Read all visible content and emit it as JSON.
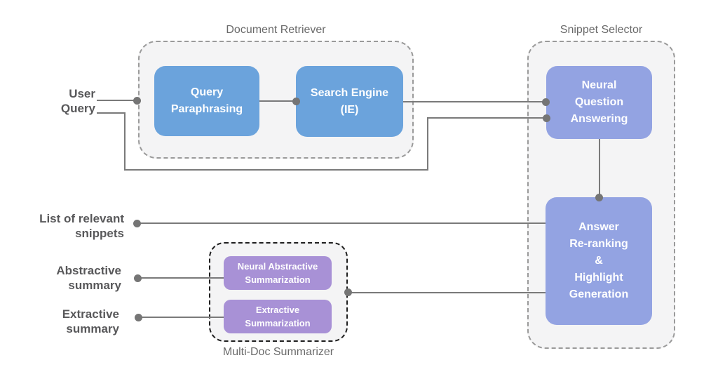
{
  "figure": {
    "description": "QA pipeline architecture diagram",
    "background": "#ffffff"
  },
  "groups": {
    "document_retriever": {
      "title": "Document Retriever"
    },
    "snippet_selector": {
      "title": "Snippet Selector"
    },
    "multi_doc_summarizer": {
      "title": "Multi-Doc Summarizer"
    }
  },
  "nodes": {
    "query_paraphrasing": {
      "lines": [
        "Query",
        "Paraphrasing"
      ]
    },
    "search_engine": {
      "lines": [
        "Search Engine",
        "(IE)"
      ]
    },
    "neural_question_answering": {
      "lines": [
        "Neural",
        "Question",
        "Answering"
      ]
    },
    "answer_reranking": {
      "lines": [
        "Answer",
        "Re-ranking",
        "&",
        "Highlight",
        "Generation"
      ]
    },
    "neural_abstractive_summarization": {
      "lines": [
        "Neural Abstractive",
        "Summarization"
      ]
    },
    "extractive_summarization": {
      "lines": [
        "Extractive",
        "Summarization"
      ]
    }
  },
  "io_labels": {
    "user_query": {
      "lines": [
        "User",
        "Query"
      ]
    },
    "list_of_relevant_snippets": {
      "lines": [
        "List of relevant",
        "snippets"
      ]
    },
    "abstractive_summary": {
      "lines": [
        "Abstractive",
        "summary"
      ]
    },
    "extractive_summary": {
      "lines": [
        "Extractive",
        "summary"
      ]
    }
  },
  "colors": {
    "retriever_node": "#6BA3DC",
    "selector_node": "#93A3E2",
    "summarizer_node": "#A891D6",
    "group_fill": "#F4F4F5",
    "group_border": "#9A9A9A",
    "summarizer_group_border": "#1F1F1F",
    "connector": "#7A7A7A",
    "io_label_text": "#58585A",
    "group_title_text": "#6A6A6A",
    "node_text": "#FFFFFF"
  }
}
